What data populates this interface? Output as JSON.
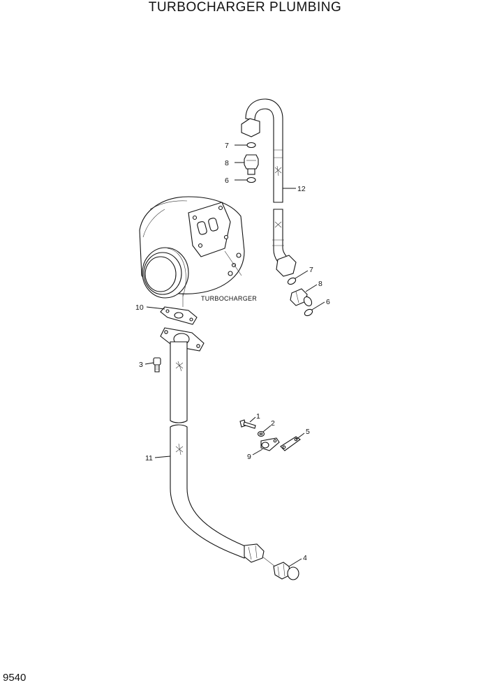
{
  "title": "TURBOCHARGER PLUMBING",
  "page_id": "9540",
  "component_label": "TURBOCHARGER",
  "callouts": {
    "c1": "1",
    "c2": "2",
    "c3": "3",
    "c4": "4",
    "c5": "5",
    "c6a": "6",
    "c6b": "6",
    "c7a": "7",
    "c7b": "7",
    "c8a": "8",
    "c8b": "8",
    "c9": "9",
    "c10": "10",
    "c11": "11",
    "c12": "12"
  }
}
